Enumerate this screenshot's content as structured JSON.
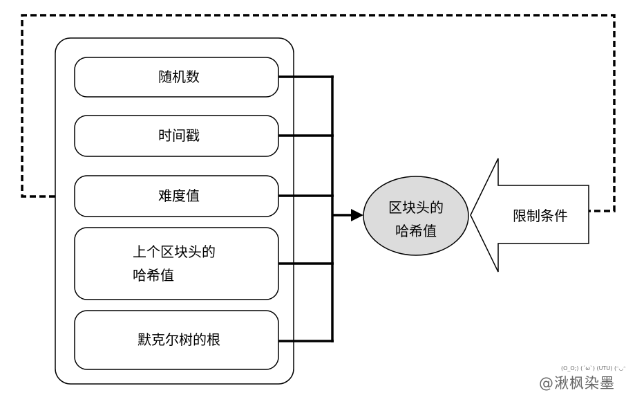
{
  "fields": {
    "nonce": "随机数",
    "timestamp": "时间戳",
    "difficulty": "难度值",
    "prev_hash_line1": "上个区块头的",
    "prev_hash_line2": "哈希值",
    "merkle_root": "默克尔树的根"
  },
  "result": {
    "line1": "区块头的",
    "line2": "哈希值"
  },
  "constraint": {
    "label": "限制条件"
  },
  "watermark": {
    "emotes": "(O_O;) (ˊωˋ) (UTU) (ᵔ◡ᵔ)",
    "text": "@湫枫染墨"
  }
}
